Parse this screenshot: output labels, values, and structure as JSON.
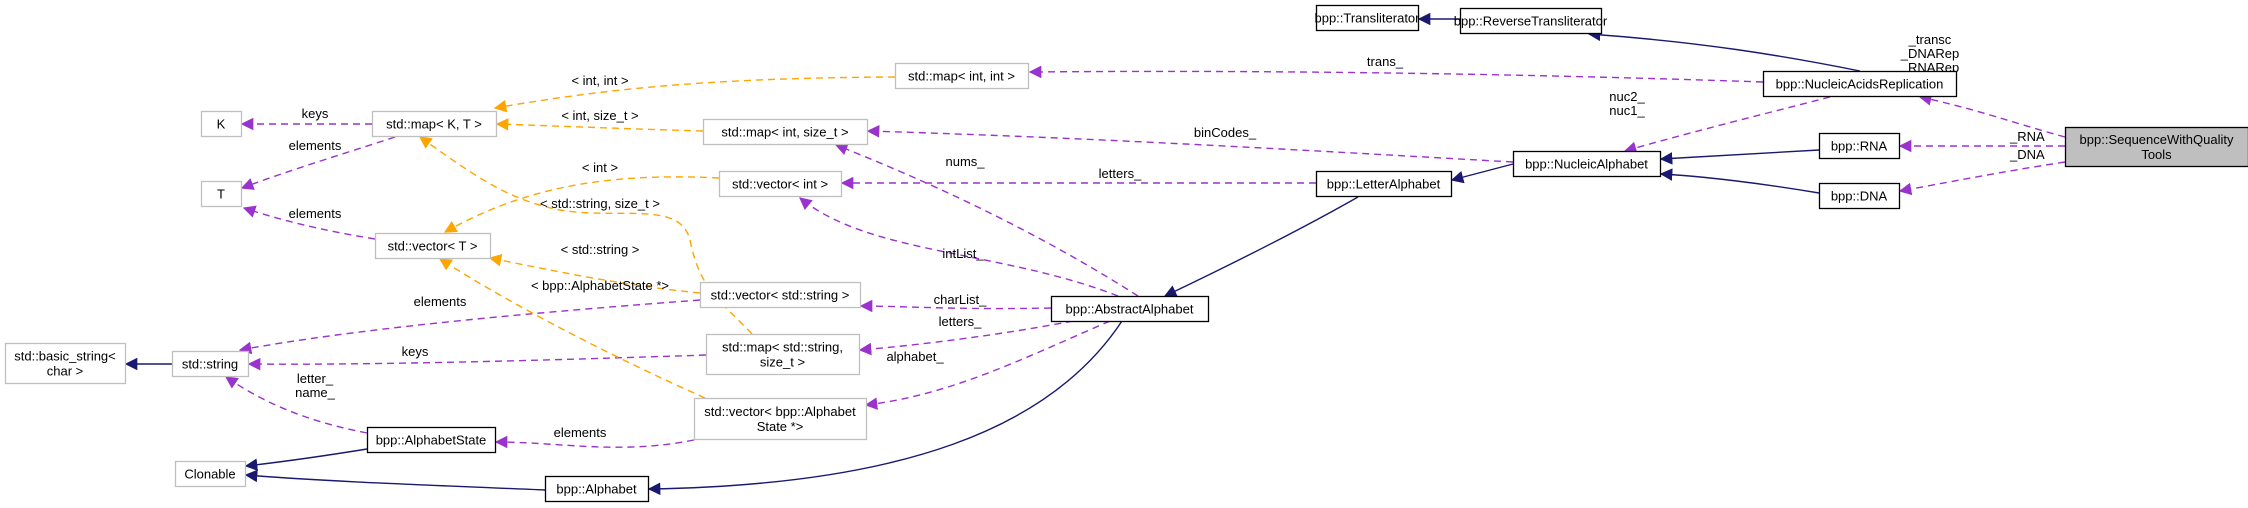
{
  "title": "Collaboration diagram for bpp::SequenceWithQualityTools",
  "colors": {
    "inherit": "#191970",
    "usage": "#9a32cd",
    "template": "#ffa500",
    "documented_border": "#000000",
    "undocumented_border": "#bfbfbf",
    "focus_fill": "#bfbfbf"
  },
  "nodes": [
    {
      "id": "swqt",
      "lines": [
        "bpp::SequenceWithQuality",
        "Tools"
      ],
      "kind": "focus"
    },
    {
      "id": "nar",
      "lines": [
        "bpp::NucleicAcidsReplication"
      ],
      "kind": "class"
    },
    {
      "id": "rna",
      "lines": [
        "bpp::RNA"
      ],
      "kind": "class"
    },
    {
      "id": "dna",
      "lines": [
        "bpp::DNA"
      ],
      "kind": "class"
    },
    {
      "id": "translit",
      "lines": [
        "bpp::Transliterator"
      ],
      "kind": "class"
    },
    {
      "id": "revtrans",
      "lines": [
        "bpp::ReverseTransliterator"
      ],
      "kind": "class"
    },
    {
      "id": "nucalpha",
      "lines": [
        "bpp::NucleicAlphabet"
      ],
      "kind": "class"
    },
    {
      "id": "letteralpha",
      "lines": [
        "bpp::LetterAlphabet"
      ],
      "kind": "class"
    },
    {
      "id": "absalpha",
      "lines": [
        "bpp::AbstractAlphabet"
      ],
      "kind": "class"
    },
    {
      "id": "alphabet",
      "lines": [
        "bpp::Alphabet"
      ],
      "kind": "class"
    },
    {
      "id": "alphastate",
      "lines": [
        "bpp::AlphabetState"
      ],
      "kind": "class"
    },
    {
      "id": "clonable",
      "lines": [
        "Clonable"
      ],
      "kind": "external"
    },
    {
      "id": "stdstring",
      "lines": [
        "std::string"
      ],
      "kind": "external"
    },
    {
      "id": "basicstring",
      "lines": [
        "std::basic_string<",
        "char >"
      ],
      "kind": "external"
    },
    {
      "id": "K",
      "lines": [
        "K"
      ],
      "kind": "external"
    },
    {
      "id": "T",
      "lines": [
        "T"
      ],
      "kind": "external"
    },
    {
      "id": "mapKT",
      "lines": [
        "std::map< K, T >"
      ],
      "kind": "external"
    },
    {
      "id": "vecT",
      "lines": [
        "std::vector< T >"
      ],
      "kind": "external"
    },
    {
      "id": "mapintint",
      "lines": [
        "std::map< int, int >"
      ],
      "kind": "external"
    },
    {
      "id": "mapintsize",
      "lines": [
        "std::map< int, size_t >"
      ],
      "kind": "external"
    },
    {
      "id": "vecint",
      "lines": [
        "std::vector< int >"
      ],
      "kind": "external"
    },
    {
      "id": "vecstring",
      "lines": [
        "std::vector< std::string >"
      ],
      "kind": "external"
    },
    {
      "id": "mapstringsize",
      "lines": [
        "std::map< std::string,",
        "size_t >"
      ],
      "kind": "external"
    },
    {
      "id": "vecalphastate",
      "lines": [
        "std::vector< bpp::Alphabet",
        "State *>"
      ],
      "kind": "external"
    }
  ],
  "edges": [
    {
      "from": "nar",
      "to": "swqt",
      "type": "usage",
      "label": [
        "_transc",
        "_DNARep",
        "_RNARep"
      ]
    },
    {
      "from": "rna",
      "to": "swqt",
      "type": "usage",
      "label": [
        "_RNA"
      ]
    },
    {
      "from": "dna",
      "to": "swqt",
      "type": "usage",
      "label": [
        "_DNA"
      ]
    },
    {
      "from": "translit",
      "to": "revtrans",
      "type": "inherit",
      "label": []
    },
    {
      "from": "revtrans",
      "to": "nar",
      "type": "inherit",
      "label": []
    },
    {
      "from": "mapintint",
      "to": "nar",
      "type": "usage",
      "label": [
        "trans_"
      ]
    },
    {
      "from": "nucalpha",
      "to": "nar",
      "type": "usage",
      "label": [
        "nuc2_",
        "nuc1_"
      ]
    },
    {
      "from": "nucalpha",
      "to": "rna",
      "type": "inherit",
      "label": []
    },
    {
      "from": "nucalpha",
      "to": "dna",
      "type": "inherit",
      "label": []
    },
    {
      "from": "letteralpha",
      "to": "nucalpha",
      "type": "inherit",
      "label": []
    },
    {
      "from": "mapintsize",
      "to": "nucalpha",
      "type": "usage",
      "label": [
        "binCodes_"
      ]
    },
    {
      "from": "vecint",
      "to": "letteralpha",
      "type": "usage",
      "label": [
        "letters_"
      ]
    },
    {
      "from": "absalpha",
      "to": "letteralpha",
      "type": "inherit",
      "label": []
    },
    {
      "from": "alphabet",
      "to": "absalpha",
      "type": "inherit",
      "label": []
    },
    {
      "from": "mapintsize",
      "to": "absalpha",
      "type": "usage",
      "label": [
        "nums_"
      ]
    },
    {
      "from": "vecint",
      "to": "absalpha",
      "type": "usage",
      "label": [
        "intList_"
      ]
    },
    {
      "from": "vecstring",
      "to": "absalpha",
      "type": "usage",
      "label": [
        "charList_"
      ]
    },
    {
      "from": "mapstringsize",
      "to": "absalpha",
      "type": "usage",
      "label": [
        "letters_"
      ]
    },
    {
      "from": "vecalphastate",
      "to": "absalpha",
      "type": "usage",
      "label": [
        "alphabet_"
      ]
    },
    {
      "from": "clonable",
      "to": "alphabet",
      "type": "inherit",
      "label": []
    },
    {
      "from": "clonable",
      "to": "alphastate",
      "type": "inherit",
      "label": []
    },
    {
      "from": "alphastate",
      "to": "vecalphastate",
      "type": "usage",
      "label": [
        "elements"
      ]
    },
    {
      "from": "stdstring",
      "to": "alphastate",
      "type": "usage",
      "label": [
        "letter_",
        "name_"
      ]
    },
    {
      "from": "stdstring",
      "to": "vecstring",
      "type": "usage",
      "label": [
        "elements"
      ]
    },
    {
      "from": "stdstring",
      "to": "mapstringsize",
      "type": "usage",
      "label": [
        "keys"
      ]
    },
    {
      "from": "basicstring",
      "to": "stdstring",
      "type": "inherit",
      "label": []
    },
    {
      "from": "K",
      "to": "mapKT",
      "type": "usage",
      "label": [
        "keys"
      ]
    },
    {
      "from": "T",
      "to": "mapKT",
      "type": "usage",
      "label": [
        "elements"
      ]
    },
    {
      "from": "T",
      "to": "vecT",
      "type": "usage",
      "label": [
        "elements"
      ]
    },
    {
      "from": "mapKT",
      "to": "mapintint",
      "type": "template",
      "label": [
        "< int, int >"
      ]
    },
    {
      "from": "mapKT",
      "to": "mapintsize",
      "type": "template",
      "label": [
        "< int, size_t >"
      ]
    },
    {
      "from": "mapKT",
      "to": "mapstringsize",
      "type": "template",
      "label": [
        "< std::string, size_t >"
      ]
    },
    {
      "from": "vecT",
      "to": "vecint",
      "type": "template",
      "label": [
        "< int >"
      ]
    },
    {
      "from": "vecT",
      "to": "vecstring",
      "type": "template",
      "label": [
        "< std::string >"
      ]
    },
    {
      "from": "vecT",
      "to": "vecalphastate",
      "type": "template",
      "label": [
        "< bpp::AlphabetState *>"
      ]
    }
  ]
}
